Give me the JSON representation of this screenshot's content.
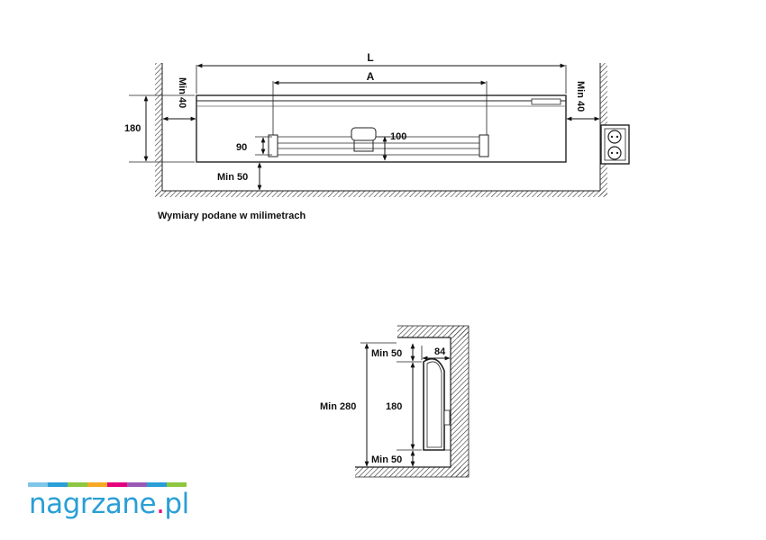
{
  "front_view": {
    "dim_L": "L",
    "dim_A": "A",
    "dim_min40_left": "Min 40",
    "dim_min40_right": "Min 40",
    "dim_180": "180",
    "dim_90": "90",
    "dim_100": "100",
    "dim_min50": "Min 50",
    "caption": "Wymiary podane w milimetrach"
  },
  "side_view": {
    "dim_min50_top": "Min 50",
    "dim_84": "84",
    "dim_min280": "Min 280",
    "dim_180": "180",
    "dim_min50_bottom": "Min 50"
  },
  "logo": {
    "text_main": "nagrzane",
    "text_dot": ".",
    "text_tld": "pl",
    "stripe_colors": [
      "#7fc6e8",
      "#2a9fd6",
      "#8dc63f",
      "#f7a823",
      "#e5007d",
      "#9b59b6",
      "#2a9fd6",
      "#8dc63f"
    ]
  }
}
